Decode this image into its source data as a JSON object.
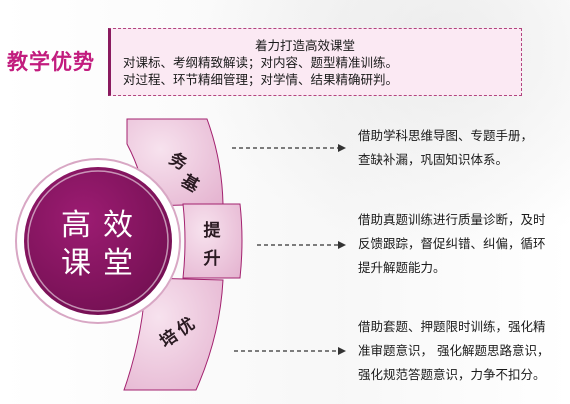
{
  "section_title": "教学优势",
  "top_box": {
    "heading": "着力打造高效课堂",
    "line1": "对课标、考纲精致解读；对内容、题型精准训练。",
    "line2": "对过程、环节精细管理；对学情、结果精确研判。"
  },
  "center": {
    "chars": [
      "高",
      "效",
      "课",
      "堂"
    ]
  },
  "segments": [
    {
      "label_chars": [
        "务",
        "基"
      ],
      "description": [
        "借助学科思维导图、专题手册，",
        "查缺补漏，巩固知识体系。"
      ]
    },
    {
      "label_chars": [
        "提",
        "升"
      ],
      "description": [
        "借助真题训练进行质量诊断，及时",
        "反馈跟踪，督促纠错、纠偏，循环",
        "提升解题能力。"
      ]
    },
    {
      "label_chars": [
        "培",
        "优"
      ],
      "description": [
        "借助套题、押题限时训练，强化精",
        "准审题意识， 强化解题思路意识，",
        "强化规范答题意识，力争不扣分。"
      ]
    }
  ],
  "colors": {
    "accent": "#c21c7e",
    "center_fill": "#8a1363",
    "segment_fill": "#eecadf",
    "segment_stroke": "#a3226f",
    "box_bg": "#fbe9f3"
  }
}
